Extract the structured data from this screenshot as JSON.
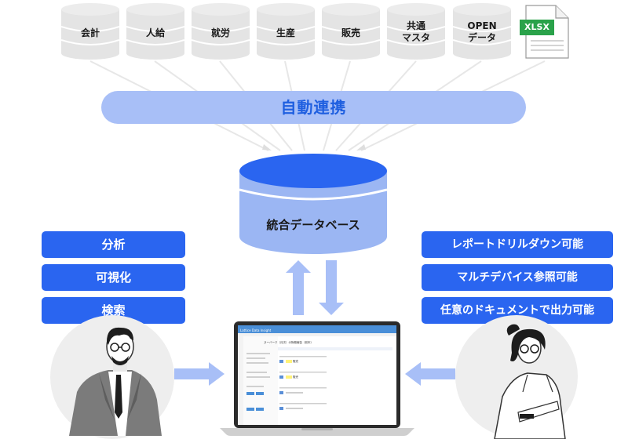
{
  "sources": [
    {
      "label": "会計"
    },
    {
      "label": "人給"
    },
    {
      "label": "就労"
    },
    {
      "label": "生産"
    },
    {
      "label": "販売"
    },
    {
      "label": "共通\nマスタ"
    },
    {
      "label": "OPEN\nデータ"
    }
  ],
  "xlsx": {
    "badge": "XLSX",
    "color": "#2aa24a"
  },
  "banner": {
    "label": "自動連携"
  },
  "database": {
    "label": "統合データベース"
  },
  "left_features": [
    "分析",
    "可視化",
    "検索"
  ],
  "right_features": [
    "レポートドリルダウン可能",
    "マルチデバイス参照可能",
    "任意のドキュメントで出力可能"
  ],
  "laptop": {
    "brand": "Lattice Data Insight",
    "breadcrumb": "ヌーバーク（月次）の財務報告（前年）",
    "tags": [
      "販売",
      "販売"
    ]
  },
  "colors": {
    "accent": "#2a65f0",
    "banner_bg": "#a8bff7",
    "banner_text": "#1f5fe0",
    "cylinder": "#9bb6f3",
    "arrow": "#a8bff7"
  }
}
